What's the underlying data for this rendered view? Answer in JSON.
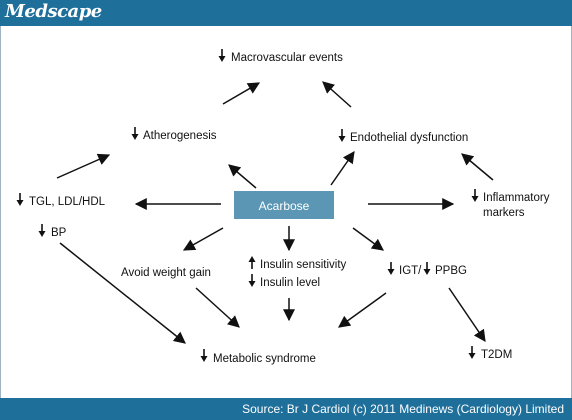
{
  "header": {
    "brand": "Medscape"
  },
  "footer": {
    "source": "Source: Br J Cardiol (c) 2011 Medinews (Cardiology) Limited"
  },
  "diagram": {
    "center": "Acarbose",
    "nodes": {
      "macrovascular": "Macrovascular events",
      "atherogenesis": "Atherogenesis",
      "endothelial": "Endothelial dysfunction",
      "lipids": "TGL, LDL/HDL",
      "bp": "BP",
      "inflammatory_1": "Inflammatory",
      "inflammatory_2": "markers",
      "weight": "Avoid weight gain",
      "insulin_sens": "Insulin sensitivity",
      "insulin_level": "Insulin level",
      "igt": "IGT/",
      "ppbg": "PPBG",
      "t2dm": "T2DM",
      "metabolic": "Metabolic syndrome"
    }
  },
  "colors": {
    "header_bg": "#1f6f9b",
    "acarbose_box": "#5b97b5",
    "text": "#111111"
  }
}
